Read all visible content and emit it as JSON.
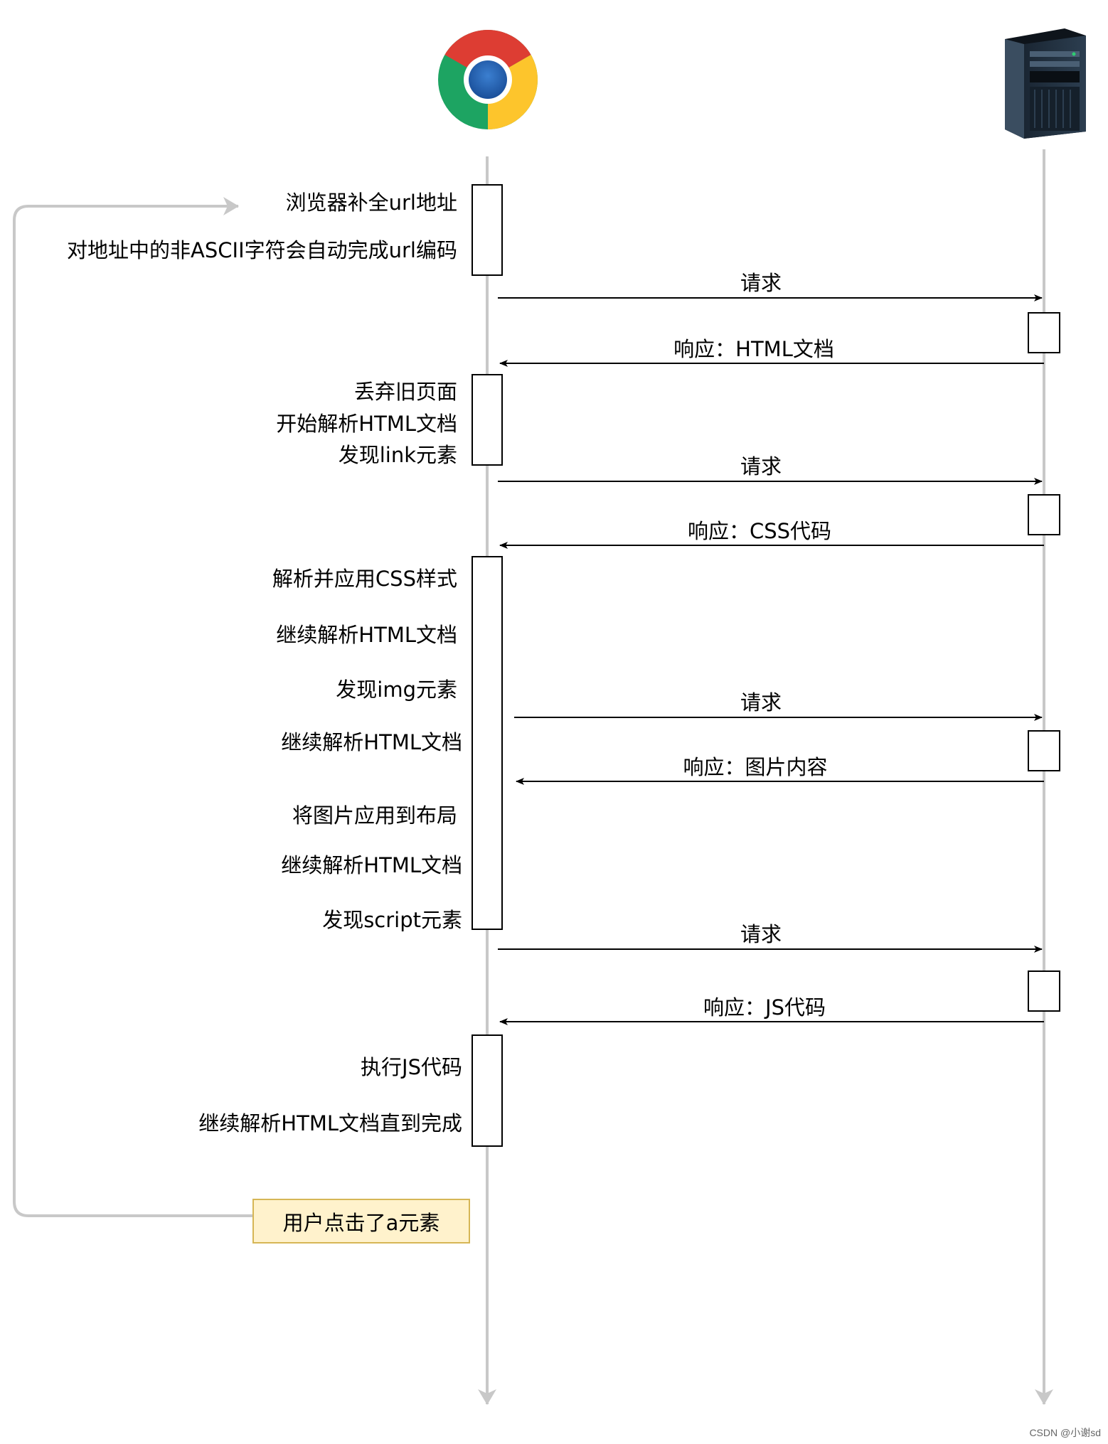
{
  "colors": {
    "lifeline": "#c8c8c8",
    "loop_line": "#c8c8c8",
    "arrow": "#000000",
    "note_fill": "#fff2cc",
    "note_border": "#d6b656"
  },
  "participants": {
    "client_icon": "chrome-browser-icon",
    "server_icon": "server-tower-icon"
  },
  "client_notes": {
    "n1": "浏览器补全url地址",
    "n2": "对地址中的非ASCII字符会自动完成url编码",
    "n3": "丢弃旧页面",
    "n4": "开始解析HTML文档",
    "n5": "发现link元素",
    "n6": "解析并应用CSS样式",
    "n7": "继续解析HTML文档",
    "n8": "发现img元素",
    "n9": "继续解析HTML文档",
    "n10": "将图片应用到布局",
    "n11": "继续解析HTML文档",
    "n12": "发现script元素",
    "n13": "执行JS代码",
    "n14": "继续解析HTML文档直到完成"
  },
  "messages": {
    "req1": "请求",
    "resp1": "响应：HTML文档",
    "req2": "请求",
    "resp2": "响应：CSS代码",
    "req3": "请求",
    "resp3": "响应：图片内容",
    "req4": "请求",
    "resp4": "响应：JS代码"
  },
  "event_note": "用户点击了a元素",
  "footer": "CSDN @小谢sd"
}
